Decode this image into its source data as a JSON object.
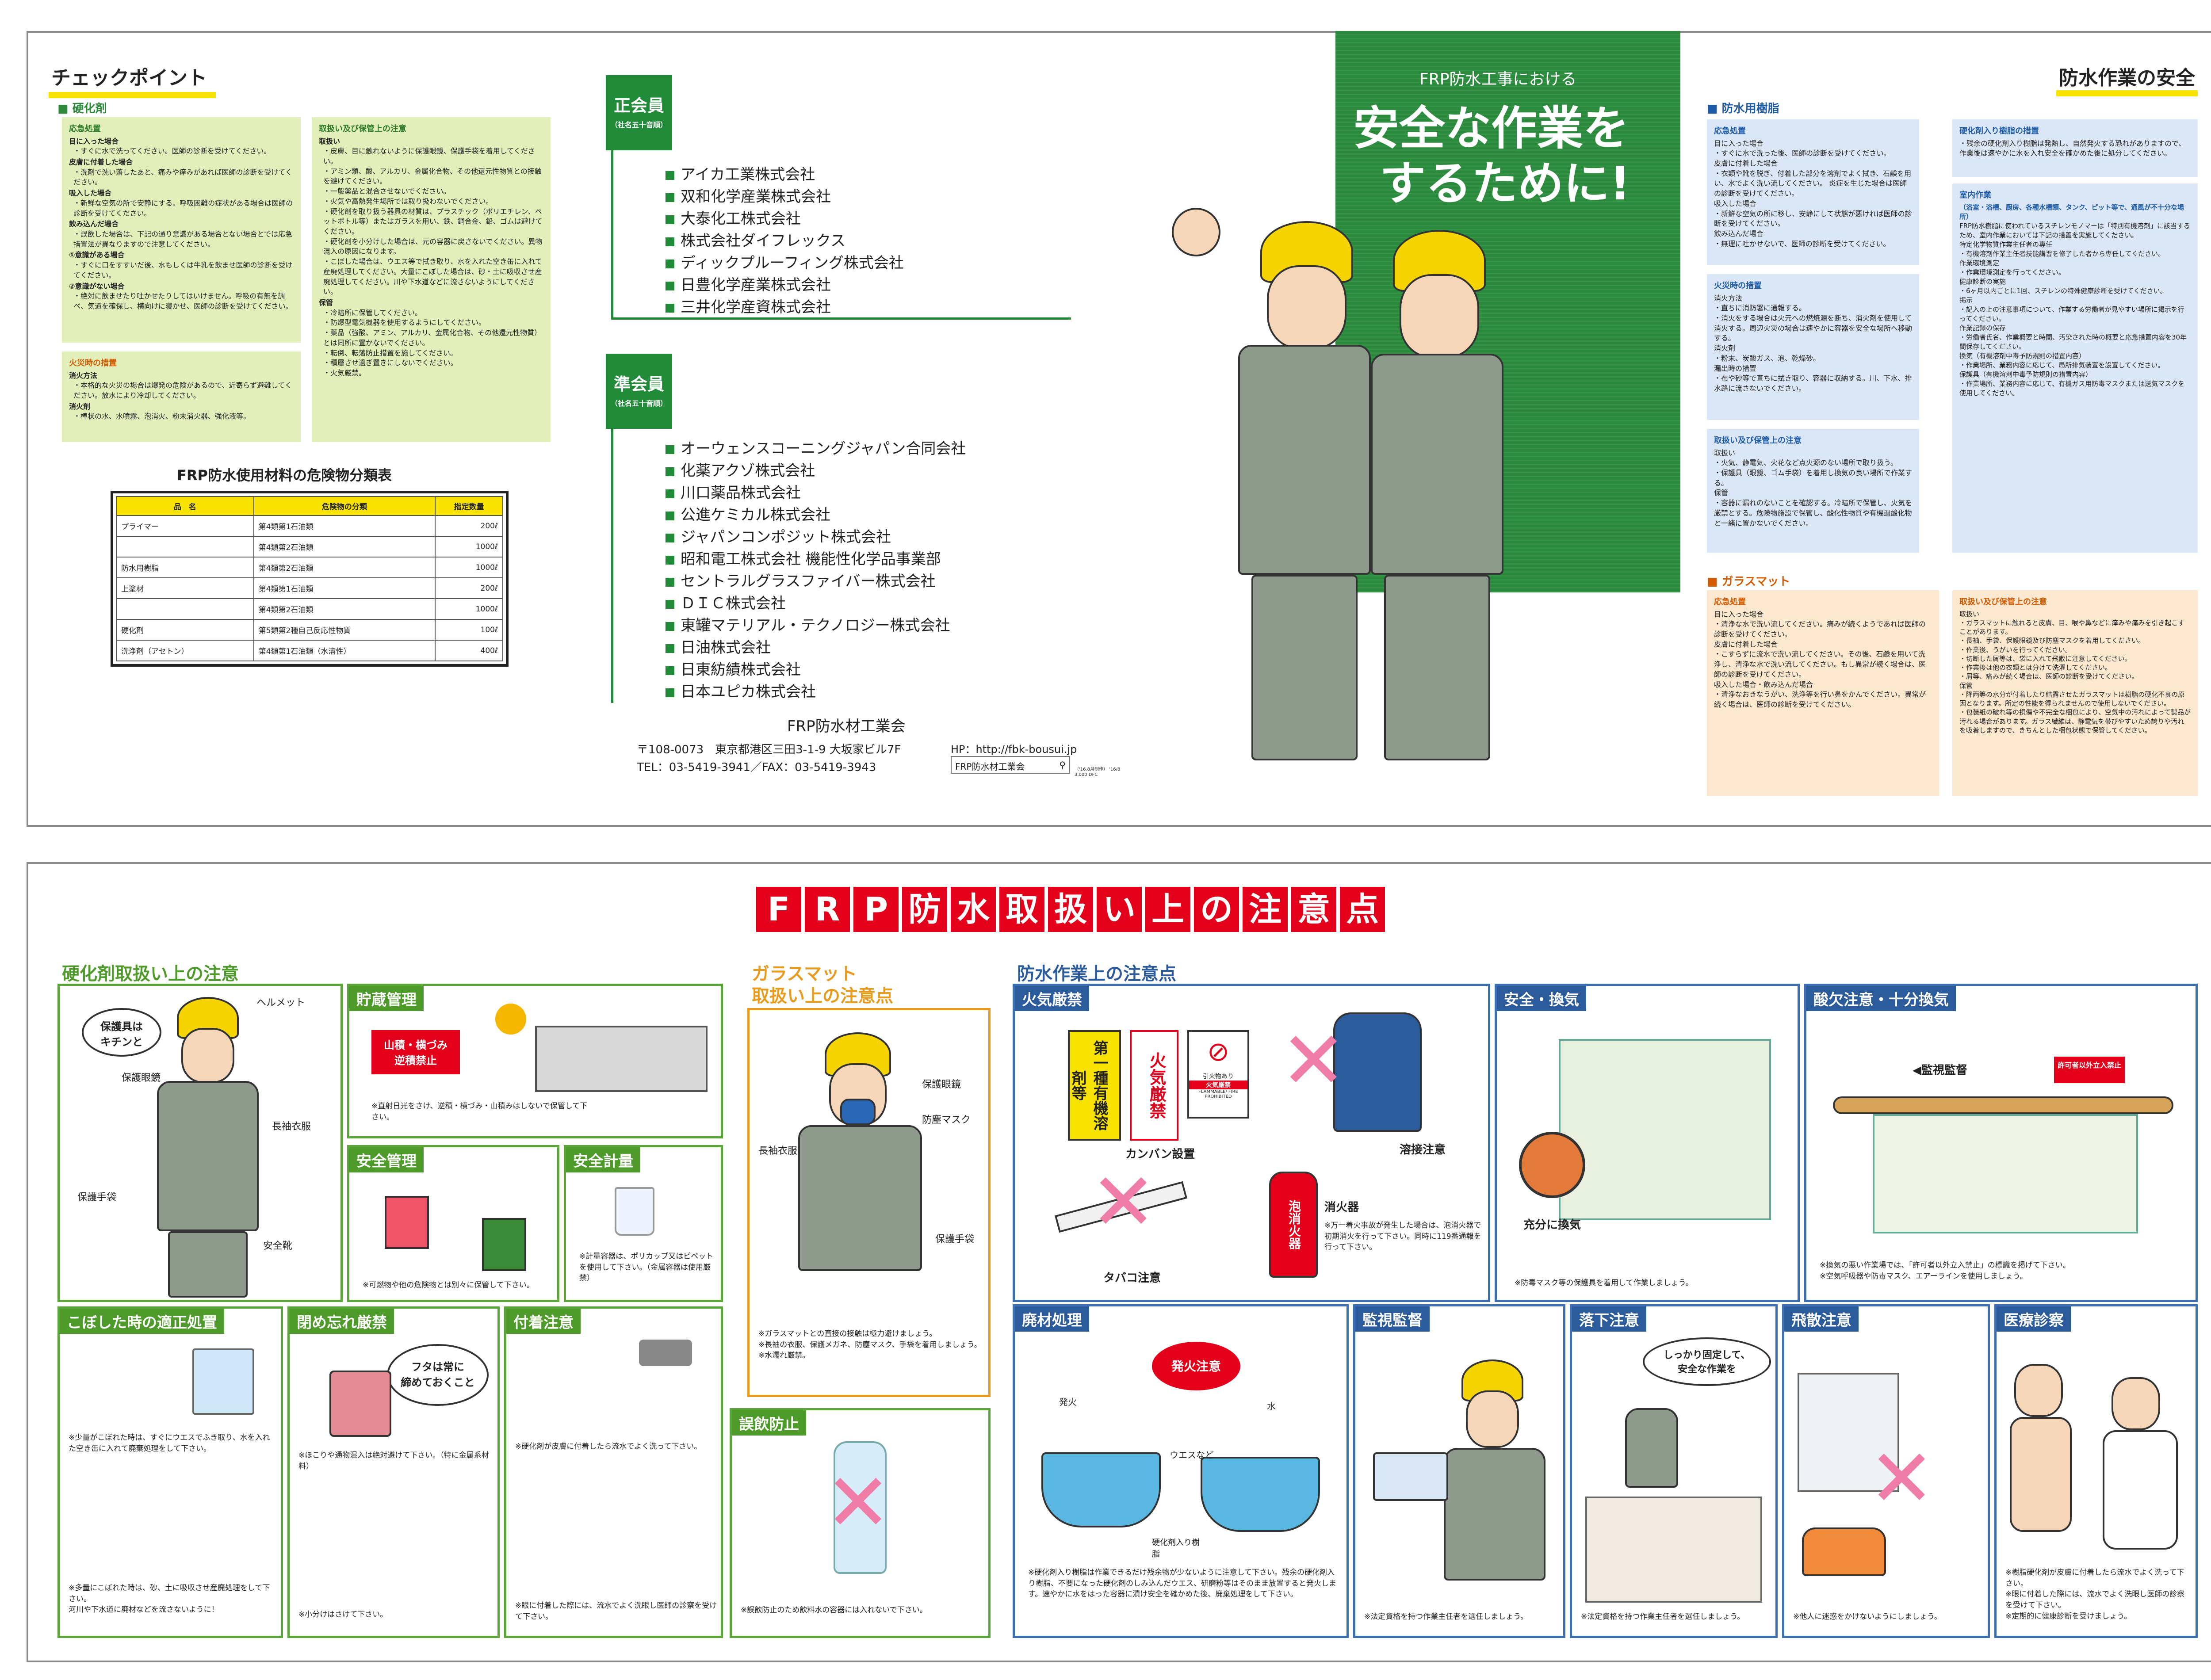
{
  "check": {
    "title": "チェックポイント",
    "hardener_head": "■ 硬化剤",
    "b1": {
      "h": "応急処置",
      "s1": "目に入った場合",
      "t1": "・すぐに水で洗ってください。医師の診断を受けてください。",
      "s2": "皮膚に付着した場合",
      "t2": "・洗剤で洗い落したあと、痛みや痒みがあれば医師の診断を受けてください。",
      "s3": "吸入した場合",
      "t3": "・新鮮な空気の所で安静にする。呼吸困難の症状がある場合は医師の診断を受けてください。",
      "s4": "飲み込んだ場合",
      "t4": "・誤飲した場合は、下記の通り意識がある場合とない場合とでは応急措置法が異なりますので注意してください。",
      "s5": "①意識がある場合",
      "t5": "・すぐに口をすすいだ後、水もしくは牛乳を飲ませ医師の診断を受けてください。",
      "s6": "②意識がない場合",
      "t6": "・絶対に飲ませたり吐かせたりしてはいけません。呼吸の有無を調べ、気道を確保し、横向けに寝かせ、医師の診断を受けてください。"
    },
    "b2": {
      "h": "取扱い及び保管上の注意",
      "s1": "取扱い",
      "t1": "・皮膚、目に触れないように保護眼鏡、保護手袋を着用してください。",
      "t2": "・アミン類、酸、アルカリ、金属化合物、その他還元性物質との接触を避けてください。",
      "t3": "・一般薬品と混合させないでください。",
      "t4": "・火気や高熱発生場所では取り扱わないでください。",
      "t5": "・硬化剤を取り扱う器具の材質は、プラスチック（ポリエチレン、ペットボトル等）またはガラスを用い、鉄、銅合金、鉛、ゴムは避けてください。",
      "t6": "・硬化剤を小分けした場合は、元の容器に戻さないでください。異物混入の原因になります。",
      "t7": "・こぼした場合は、ウエス等で拭き取り、水を入れた空き缶に入れて産廃処理してください。大量にこぼした場合は、砂・土に吸収させ産廃処理してください。川や下水道などに流さないようにしてください。",
      "s2": "保管",
      "t8": "・冷暗所に保管してください。",
      "t9": "・防爆型電気機器を使用するようにしてください。",
      "t10": "・薬品（強酸、アミン、アルカリ、金属化合物、その他還元性物質）とは同所に置かないでください。",
      "t11": "・転倒、転落防止措置を施してください。",
      "t12": "・積層させ過ぎ置きにしないでください。",
      "t13": "・火気厳禁。"
    },
    "b3": {
      "h": "火災時の措置",
      "s1": "消火方法",
      "t1": "・本格的な火災の場合は爆発の危険があるので、近寄らず避難してください。放水により冷却してください。",
      "s2": "消火剤",
      "t2": "・棒状の水、水噴霧、泡消火、粉末消火器、強化液等。"
    },
    "table": {
      "title": "FRP防水使用材料の危険物分類表",
      "h1": "品　名",
      "h2": "危険物の分類",
      "h3": "指定数量",
      "r": [
        {
          "a": "プライマー",
          "b": "第4類第1石油類",
          "c": "200ℓ"
        },
        {
          "a": "",
          "b": "第4類第2石油類",
          "c": "1000ℓ"
        },
        {
          "a": "防水用樹脂",
          "b": "第4類第2石油類",
          "c": "1000ℓ"
        },
        {
          "a": "上塗材",
          "b": "第4類第1石油類",
          "c": "200ℓ"
        },
        {
          "a": "",
          "b": "第4類第2石油類",
          "c": "1000ℓ"
        },
        {
          "a": "硬化剤",
          "b": "第5類第2種自己反応性物質",
          "c": "100ℓ"
        },
        {
          "a": "洗浄剤（アセトン）",
          "b": "第4類第1石油類（水溶性）",
          "c": "400ℓ"
        }
      ]
    }
  },
  "members": {
    "reg_tag": "正会員",
    "reg_sub": "（社名五十音順）",
    "regular": [
      "アイカ工業株式会社",
      "双和化学産業株式会社",
      "大泰化工株式会社",
      "株式会社ダイフレックス",
      "ディックプルーフィング株式会社",
      "日豊化学産業株式会社",
      "三井化学産資株式会社"
    ],
    "assoc_tag": "準会員",
    "assoc_sub": "（社名五十音順）",
    "associate": [
      "オーウェンスコーニングジャパン合同会社",
      "化薬アクゾ株式会社",
      "川口薬品株式会社",
      "公進ケミカル株式会社",
      "ジャパンコンポジット株式会社",
      "昭和電工株式会社 機能性化学品事業部",
      "セントラルグラスファイバー株式会社",
      "ＤＩＣ株式会社",
      "東罐マテリアル・テクノロジー株式会社",
      "日油株式会社",
      "日東紡績株式会社",
      "日本ユピカ株式会社"
    ],
    "org": "FRP防水材工業会",
    "address": "〒108-0073　東京都港区三田3-1-9 大坂家ビル7F",
    "tel": "TEL：03-5419-3941／FAX：03-5419-3943",
    "hp": "HP：http://fbk-bousui.jp",
    "search_box": "FRP防水材工業会",
    "small_code": "（'16.8月制作） '16/8 3,000 DFC"
  },
  "hero": {
    "sub": "FRP防水工事における",
    "line1": "安全な作業を",
    "line2": "するために!"
  },
  "safety": {
    "title": "防水作業の安全",
    "resin_head": "■ 防水用樹脂",
    "glass_head": "■ ガラスマット",
    "r1": {
      "h": "応急処置",
      "body": "目に入った場合\n・すぐに水で洗った後、医師の診断を受けてください。\n皮膚に付着した場合\n・衣類や靴を脱ぎ、付着した部分を溶剤でよく拭き、石鹸を用い、水でよく洗い流してください。 炎症を生じた場合は医師の診断を受けてください。\n吸入した場合\n・新鮮な空気の所に移し、安静にして状態が悪ければ医師の診断を受けてください。\n飲み込んだ場合\n・無理に吐かせないで、医師の診断を受けてください。"
    },
    "r2": {
      "h": "火災時の措置",
      "body": "消火方法\n・直ちに消防署に通報する。\n・消火をする場合は火元への燃焼源を断ち、消火剤を使用して消火する。周辺火災の場合は速やかに容器を安全な場所へ移動する。\n消火剤\n・粉末、炭酸ガス、泡、乾燥砂。\n漏出時の措置\n・布や砂等で直ちに拭き取り、容器に収納する。川、下水、排水路に流さないでください。"
    },
    "r3": {
      "h": "取扱い及び保管上の注意",
      "body": "取扱い\n・火気、静電気、火花など点火源のない場所で取り扱う。\n・保護具（眼鏡、ゴム手袋）を着用し換気の良い場所で作業する。\n保管\n・容器に漏れのないことを確認する。冷暗所で保管し、火気を厳禁とする。危険物施設で保管し、酸化性物質や有機過酸化物と一緒に置かないでください。"
    },
    "r4": {
      "h": "硬化剤入り樹脂の措置",
      "body": "・残余の硬化剤入り樹脂は発熱し、自然発火する恐れがありますので、作業後は速やかに水を入れ安全を確かめた後に処分してください。"
    },
    "r5": {
      "h": "室内作業",
      "note": "（浴室・浴槽、厨房、各種水槽類、タンク、ピット等で、通風が不十分な場所）",
      "body": "FRP防水樹脂に使われているスチレンモノマーは「特別有機溶剤」に該当するため、室内作業においては下記の措置を実施してください。\n特定化学物質作業主任者の専任\n・有機溶剤作業主任者技能講習を修了した者から専任してください。\n作業環境測定\n・作業環境測定を行ってください。\n健康診断の実施\n・6ヶ月以内ごとに1回、スチレンの特殊健康診断を受けてください。\n掲示\n・記入の上の注意事項について、作業する労働者が見やすい場所に掲示を行ってください。\n作業記録の保存\n・労働者氏名、作業概要と時間、汚染された時の概要と応急措置内容を30年間保存してください。\n換気（有機溶剤中毒予防規則の措置内容）\n・作業場所、業務内容に応じて、局所排気装置を設置してください。\n保護具（有機溶剤中毒予防規則の措置内容）\n・作業場所、業務内容に応じて、有機ガス用防毒マスクまたは送気マスクを使用してください。"
    },
    "g1": {
      "h": "応急処置",
      "body": "目に入った場合\n・清浄な水で洗い流してください。痛みが続くようであれば医師の診断を受けてください。\n皮膚に付着した場合\n・こすらずに流水で洗い流してください。その後、石鹸を用いて洗浄し、清浄な水で洗い流してください。もし異常が続く場合は、医師の診断を受けてください。\n吸入した場合・飲み込んだ場合\n・清浄なおきなうがい、洗浄等を行い鼻をかんでください。異常が続く場合は、医師の診断を受けてください。"
    },
    "g2": {
      "h": "取扱い及び保管上の注意",
      "body": "取扱い\n・ガラスマットに触れると皮膚、目、喉や鼻などに痒みや痛みを引き起こすことがあります。\n・長袖、手袋、保護眼鏡及び防塵マスクを着用してください。\n・作業後、うがいを行ってください。\n・切断した屑等は、袋に入れて飛散に注意してください。\n・作業後は他の衣類とは分けて洗濯してください。\n・屑等、痛みが続く場合は、医師の診断を受けてください。\n保管\n・降雨等の水分が付着したり結露させたガラスマットは樹脂の硬化不良の原因となります。所定の性能を得られませんので使用しないでください。\n・包装紙の破れ等の損傷や不完全な梱包により、空気中の汚れによって製品が汚れる場合があります。ガラス繊維は、静電気を帯びやすいため誇りや汚れを吸着しますので、きちんとした梱包状態で保管してください。"
    }
  },
  "poster": {
    "title_chars": [
      "F",
      "R",
      "P",
      "防",
      "水",
      "取",
      "扱",
      "い",
      "上",
      "の",
      "注",
      "意",
      "点"
    ],
    "hard": {
      "title": "硬化剤取扱い上の注意",
      "bubble": "保護具は\nキチンと",
      "l1": "ヘルメット",
      "l2": "保護眼鏡",
      "l3": "長袖衣服",
      "l4": "保護手袋",
      "l5": "安全靴"
    },
    "store": {
      "title": "貯蔵管理",
      "sign": "山積・横づみ\n逆積禁止",
      "note": "※直射日光をさけ、逆積・横づみ・山積みはしないで保管して下さい。"
    },
    "sst": {
      "title": "安全管理",
      "note": "※可燃物や他の危険物とは別々に保管して下さい。"
    },
    "meas": {
      "title": "安全計量",
      "note": "※計量容器は、ポリカップ又はピペットを使用して下さい。（金属容器は使用厳禁）"
    },
    "spill": {
      "title": "こぼした時の適正処置",
      "n1": "※少量がこぼれた時は、すぐにウエスでふき取り、水を入れた空き缶に入れて廃棄処理をして下さい。",
      "n2": "※多量にこぼれた時は、砂、土に吸収させ産廃処理をして下さい。\n河川や下水道に廃材などを流さないように！"
    },
    "close": {
      "title": "閉め忘れ厳禁",
      "bubble": "フタは常に\n締めておくこと",
      "n1": "※ほこりや通物混入は絶対避けて下さい。（特に金属系材料）",
      "n2": "※小分けはさけて下さい。"
    },
    "attach": {
      "title": "付着注意",
      "n1": "※硬化剤が皮膚に付着したら流水でよく洗って下さい。",
      "n2": "※眼に付着した際には、流水でよく洗眼し医師の診察を受けて下さい。"
    },
    "glass": {
      "title1": "ガラスマット",
      "title2": "取扱い上の注意点",
      "l1": "保護眼鏡",
      "l2": "防塵マスク",
      "l3": "長袖衣服",
      "l4": "保護手袋",
      "note": "※ガラスマットとの直接の接触は極力避けましょう。\n※長袖の衣服、保護メガネ、防塵マスク、手袋を着用しましょう。\n※水濡れ厳禁。"
    },
    "drink": {
      "title": "誤飲防止",
      "note": "※誤飲防止のため飲料水の容器には入れないで下さい。"
    },
    "work_title": "防水作業上の注意点",
    "fire": {
      "title": "火気厳禁",
      "sign1": "第一種有機溶剤等",
      "sign2": "火気厳禁",
      "sign3a": "引火物あり",
      "sign3b": "火気厳禁",
      "sign3c": "FLAMMABLE/ FIRE PROHIBITED",
      "kanban": "カンバン設置",
      "weld": "溶接注意",
      "tobacco": "タバコ注意",
      "ext": "消火器",
      "ext_label": "泡消火器",
      "note": "※万一着火事故が発生した場合は、泡消火器で初期消火を行って下さい。同時に119番通報を行って下さい。"
    },
    "vent": {
      "title": "安全・換気",
      "l": "充分に換気",
      "note": "※防毒マスク等の保護具を着用して作業しましょう。"
    },
    "oxy": {
      "title": "酸欠注意・十分換気",
      "l": "◀監視監督",
      "sign": "許可者以外立入禁止",
      "note": "※換気の悪い作業場では、「許可者以外立入禁止」の標識を掲げて下さい。\n※空気呼吸器や防毒マスク、エアーラインを使用しましょう。"
    },
    "waste": {
      "title": "廃材処理",
      "bubble": "発火注意",
      "l1": "発火",
      "l2": "水",
      "l3": "ウエスなど",
      "l4": "硬化剤入り樹脂",
      "note": "※硬化剤入り樹脂は作業できるだけ残余物が少ないように注意して下さい。残余の硬化剤入り樹脂、不要になった硬化剤のしみ込んだウエス、研磨粉等はそのまま放置すると発火します。速やかに水をはった容器に漬け安全を確かめた後、廃棄処理をして下さい。"
    },
    "sup": {
      "title": "監視監督",
      "note": "※法定資格を持つ作業主任者を選任しましょう。"
    },
    "fall": {
      "title": "落下注意",
      "bubble": "しっかり固定して、\n安全な作業を",
      "note": "※法定資格を持つ作業主任者を選任しましょう。"
    },
    "scat": {
      "title": "飛散注意",
      "note": "※他人に迷惑をかけないようにしましょう。"
    },
    "med": {
      "title": "医療診察",
      "note": "※樹脂硬化剤が皮膚に付着したら流水でよく洗って下さい。\n※眼に付着した際には、流水でよく洗眼し医師の診察を受けて下さい。\n※定期的に健康診断を受けましょう。"
    }
  }
}
